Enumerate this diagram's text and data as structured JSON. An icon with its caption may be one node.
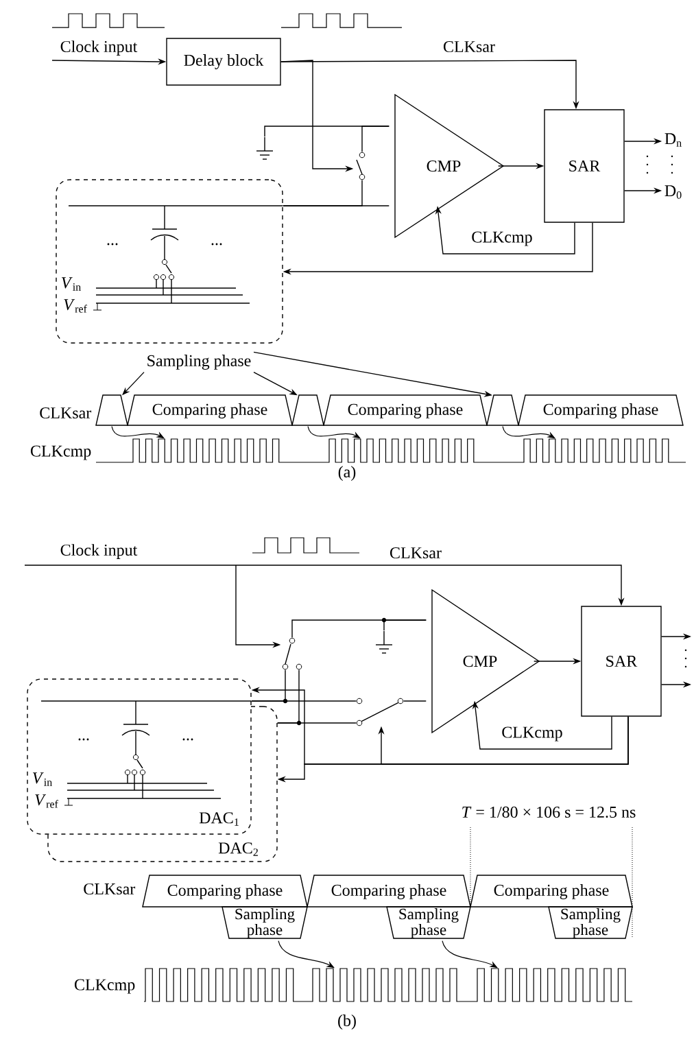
{
  "diagram": {
    "nodes": [
      {
        "text": [
          "Delay block"
        ]
      },
      {
        "text": [
          "CMP"
        ]
      },
      {
        "text": [
          "SAR"
        ]
      },
      {
        "text": [
          "...",
          "...",
          "*V*$_{in}$",
          "*V*$_{ref}$"
        ]
      },
      {
        "text": [
          "Sampling phase"
        ]
      },
      {
        "text": [],
        "shape": "trapezoid"
      },
      {
        "text": [
          "Comparing phase"
        ]
      },
      {
        "text": [],
        "shape": "trapezoid"
      },
      {
        "text": [
          "Comparing phase"
        ]
      },
      {
        "text": [],
        "shape": "trapezoid"
      },
      {
        "text": [
          "Comparing phase"
        ]
      },
      {
        "text": [
          "CMP"
        ]
      },
      {
        "text": [
          "SAR"
        ]
      },
      {
        "text": [
          "...",
          "...",
          "*V*$_{in}$",
          "*V*$_{ref}$",
          "DAC$_{1}$"
        ]
      },
      {
        "text": [
          "DAC$_{2}$"
        ]
      },
      {
        "text": [
          "Comparing phase"
        ]
      },
      {
        "text": [
          "Comparing phase"
        ]
      },
      {
        "text": [
          "Comparing phase"
        ]
      },
      {
        "text": [
          "Sampling phase"
        ]
      },
      {
        "text": [
          "Sampling phase"
        ]
      },
      {
        "text": [
          "Sampling phase"
        ]
      },
      {
        "text": [
          "D$_{n}$"
        ]
      },
      {
        "text": [
          "D$_{0}$"
        ]
      },
      {
        "text": [],
        "shape": "switch"
      },
      {
        "text": [],
        "shape": "ground"
      },
      {
        "text": [],
        "shape": "switch"
      },
      {
        "text": [],
        "shape": "ground"
      },
      {
        "text": [],
        "shape": "switch"
      },
      {
        "text": [],
        "shape": "waveform"
      },
      {
        "text": [],
        "shape": "waveform"
      }
    ],
    "edges": [
      {
        "from": null,
        "to": 0,
        "arrow": "to",
        "label": "Clock input"
      },
      {
        "from": 0,
        "to": 2,
        "arrow": "to",
        "label": "CLKsar"
      },
      {
        "from": 1,
        "to": 2,
        "arrow": "to"
      },
      {
        "from": 2,
        "to": 1,
        "arrow": "to",
        "label": "CLKcmp"
      },
      {
        "from": 2,
        "to": 3,
        "arrow": "to"
      },
      {
        "from": 3,
        "to": 1,
        "arrow": "none"
      },
      {
        "from": 2,
        "to": 21,
        "arrow": "to"
      },
      {
        "from": 2,
        "to": 22,
        "arrow": "to"
      },
      {
        "from": 4,
        "to": 5,
        "arrow": "to"
      },
      {
        "from": 4,
        "to": 7,
        "arrow": "to"
      },
      {
        "from": 4,
        "to": 9,
        "arrow": "to"
      },
      {
        "from": null,
        "to": 12,
        "arrow": "to",
        "label": "Clock input"
      },
      {
        "from": 11,
        "to": 12,
        "arrow": "to"
      },
      {
        "from": 12,
        "to": 11,
        "arrow": "to",
        "label": "CLKcmp"
      },
      {
        "from": 12,
        "to": 13,
        "arrow": "to"
      },
      {
        "from": 12,
        "to": 14,
        "arrow": "to"
      },
      {
        "from": 13,
        "to": 27,
        "arrow": "none"
      },
      {
        "from": 14,
        "to": 27,
        "arrow": "none"
      },
      {
        "from": 27,
        "to": 11,
        "arrow": "none"
      },
      {
        "from": 12,
        "to": null,
        "arrow": "to"
      },
      {
        "from": 12,
        "to": null,
        "arrow": "to"
      },
      {
        "from": 18,
        "to": 29,
        "arrow": "to"
      },
      {
        "from": 19,
        "to": 29,
        "arrow": "to"
      },
      {
        "from": 24,
        "to": 1,
        "arrow": "none"
      },
      {
        "from": 23,
        "to": 1,
        "arrow": "none"
      },
      {
        "from": 23,
        "to": 3,
        "arrow": "none"
      },
      {
        "from": 0,
        "to": 23,
        "arrow": "to"
      },
      {
        "from": 5,
        "to": 28,
        "arrow": "to"
      },
      {
        "from": 7,
        "to": 28,
        "arrow": "to"
      },
      {
        "from": 9,
        "to": 28,
        "arrow": "to"
      },
      {
        "from": 26,
        "to": 11,
        "arrow": "none"
      },
      {
        "from": 25,
        "to": 11,
        "arrow": "none"
      },
      {
        "from": 25,
        "to": 13,
        "arrow": "none"
      },
      {
        "from": 25,
        "to": 14,
        "arrow": "none"
      },
      {
        "from": null,
        "to": 25,
        "arrow": "to"
      },
      {
        "from": 12,
        "to": 27,
        "arrow": "to"
      }
    ],
    "labels": [
      "CLKsar",
      "CLKcmp",
      "(a)",
      "CLKsar",
      "*T* = 1/80 × 106 s = 12.5 ns",
      "CLKsar",
      "CLKcmp",
      "(b)"
    ]
  }
}
